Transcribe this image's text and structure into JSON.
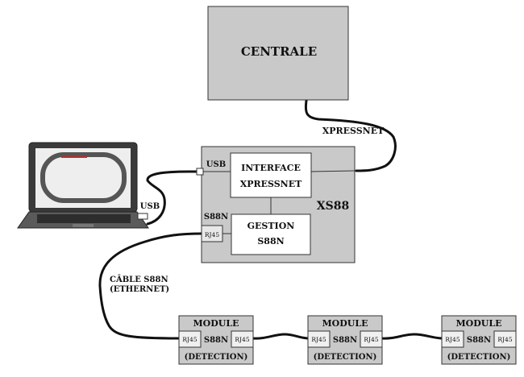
{
  "centrale": {
    "label": "CENTRALE"
  },
  "xs88": {
    "label": "XS88",
    "usb_label": "USB",
    "s88n_label": "S88N",
    "rj45_label": "RJ45",
    "interface": {
      "line1": "INTERFACE",
      "line2": "XPRESSNET"
    },
    "gestion": {
      "line1": "GESTION",
      "line2": "S88N"
    }
  },
  "links": {
    "xpressnet": "XPRESSNET",
    "usb": "USB",
    "cable_line1": "CÂBLE S88N",
    "cable_line2": "(ETHERNET)"
  },
  "modules": [
    {
      "title": "MODULE",
      "middle": "S88N",
      "footer": "(DETECTION)",
      "rj45_left": "RJ45",
      "rj45_right": "RJ45"
    },
    {
      "title": "MODULE",
      "middle": "S88N",
      "footer": "(DETECTION)",
      "rj45_left": "RJ45",
      "rj45_right": "RJ45"
    },
    {
      "title": "MODULE",
      "middle": "S88N",
      "footer": "(DETECTION)",
      "rj45_left": "RJ45",
      "rj45_right": "RJ45"
    }
  ],
  "colors": {
    "box_fill": "#c9c9c9",
    "inner_fill": "#ffffff",
    "cable": "#111111",
    "laptop_body": "#3a3a3a",
    "screen": "#eeeeee"
  }
}
